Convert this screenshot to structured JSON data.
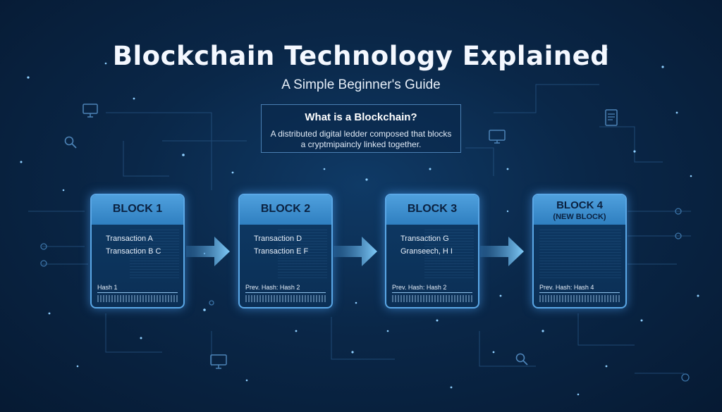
{
  "header": {
    "title": "Blockchain Technology Explained",
    "subtitle": "A Simple Beginner's Guide"
  },
  "info": {
    "title": "What is a Blockchain?",
    "line1": "A distributed digital ledder composed that blocks",
    "line2": "a cryptmipaincly linked together."
  },
  "blocks": [
    {
      "label": "BLOCK 1",
      "sublabel": "",
      "tx1": "Transaction A",
      "tx2": "Transaction B C",
      "hash": "Hash 1"
    },
    {
      "label": "BLOCK 2",
      "sublabel": "",
      "tx1": "Transaction D",
      "tx2": "Transaction E F",
      "hash": "Prev. Hash: Hash 2"
    },
    {
      "label": "BLOCK 3",
      "sublabel": "",
      "tx1": "Transaction G",
      "tx2": "Granseech, H I",
      "hash": "Prev. Hash: Hash 2"
    },
    {
      "label": "BLOCK 4",
      "sublabel": "(NEW BLOCK)",
      "tx1": "",
      "tx2": "",
      "hash": "Prev. Hash: Hash 4"
    }
  ],
  "colors": {
    "background": "#0a2748",
    "block_border": "#5aa7e6",
    "block_header": "#3f90d0",
    "arrow": "#6fc0f5"
  },
  "icons": [
    "monitor-icon",
    "search-icon",
    "document-icon",
    "computer-icon"
  ]
}
